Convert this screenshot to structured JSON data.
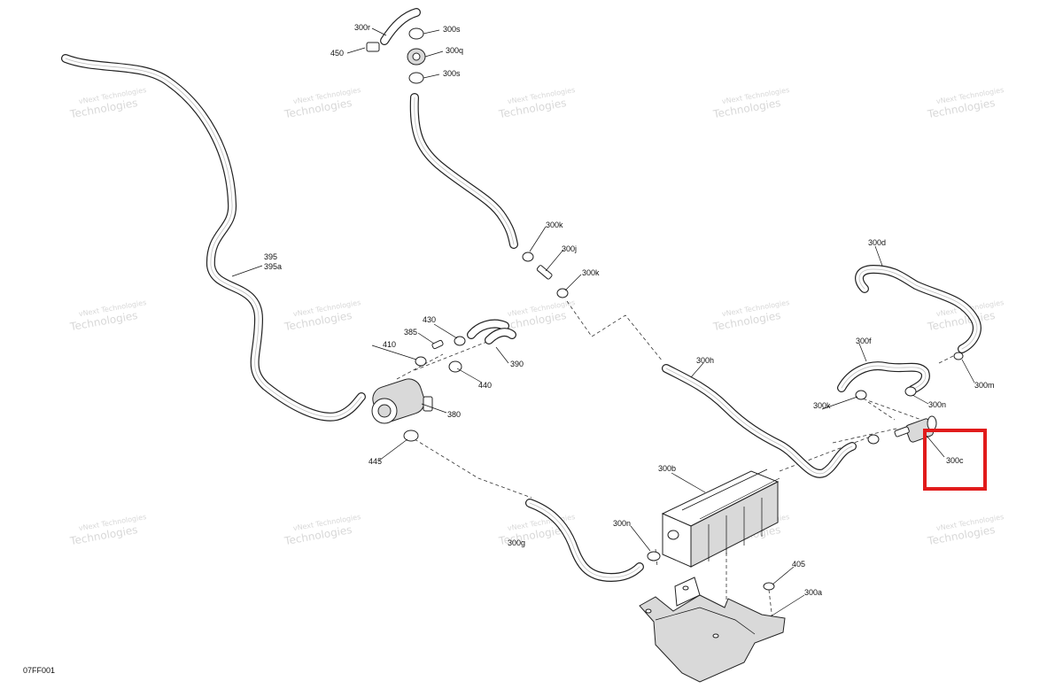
{
  "diagram": {
    "code": "07FF001",
    "watermark": "vNext Technologies",
    "highlight_color": "#e11b1b",
    "highlighted_part": "300c",
    "labels": {
      "p300r": "300r",
      "p450": "450",
      "p300s_a": "300s",
      "p300q": "300q",
      "p300s_b": "300s",
      "p395": "395",
      "p395a": "395a",
      "p300k_a": "300k",
      "p300j": "300j",
      "p300k_b": "300k",
      "p430": "430",
      "p385": "385",
      "p410": "410",
      "p390": "390",
      "p440": "440",
      "p380": "380",
      "p445": "445",
      "p300d": "300d",
      "p300f": "300f",
      "p300m": "300m",
      "p300h": "300h",
      "p300k_c": "300k",
      "p300n_a": "300n",
      "p300c": "300c",
      "p300b": "300b",
      "p300g": "300g",
      "p300n_b": "300n",
      "p405": "405",
      "p300a": "300a"
    }
  }
}
